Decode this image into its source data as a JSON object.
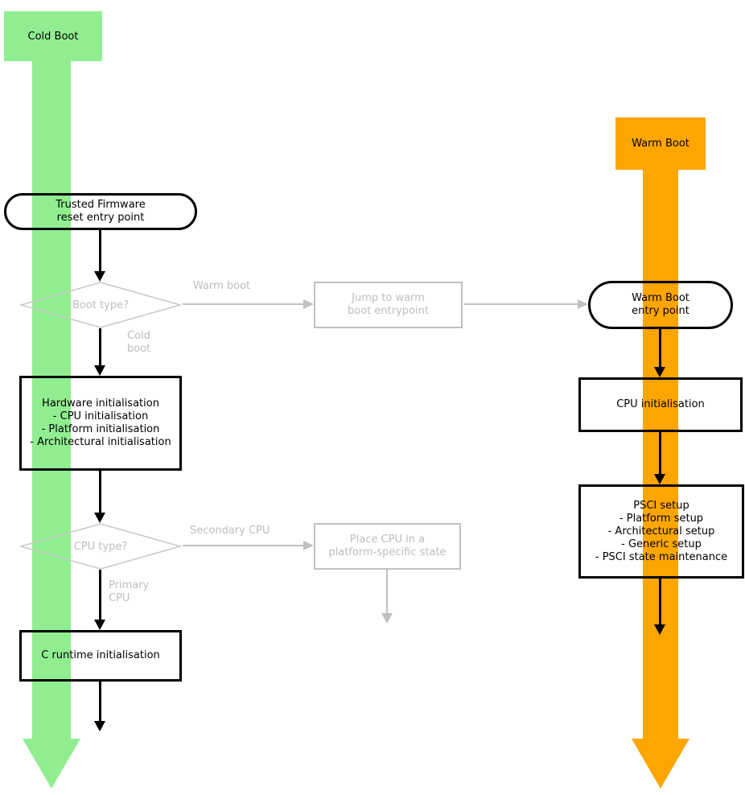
{
  "colors": {
    "cold_boot_green": "#90ee90",
    "warm_boot_orange": "#ffa500",
    "inactive_gray": "#c0c0c0",
    "active_black": "#000000"
  },
  "flows": {
    "cold_boot": {
      "label": "Cold Boot"
    },
    "warm_boot": {
      "label": "Warm Boot"
    }
  },
  "nodes": {
    "reset_entry": {
      "line1": "Trusted Firmware",
      "line2": "reset entry point"
    },
    "boot_type": {
      "label": "Boot type?"
    },
    "jump_warm": {
      "line1": "Jump to warm",
      "line2": "boot entrypoint"
    },
    "warm_entry": {
      "line1": "Warm Boot",
      "line2": "entry point"
    },
    "hardware_init": {
      "title": "Hardware initialisation",
      "items": [
        "- CPU initialisation",
        "- Platform initialisation",
        "- Architectural initialisation"
      ]
    },
    "cpu_type": {
      "label": "CPU type?"
    },
    "place_cpu": {
      "line1": "Place CPU in a",
      "line2": "platform-specific state"
    },
    "c_runtime": {
      "label": "C runtime initialisation"
    },
    "cpu_init": {
      "label": "CPU initialisation"
    },
    "psci_setup": {
      "title": "PSCI setup",
      "items": [
        "- Platform setup",
        "- Architectural setup",
        "- Generic setup",
        "- PSCI state maintenance"
      ]
    }
  },
  "edge_labels": {
    "warm_boot": "Warm boot",
    "cold_boot_line1": "Cold",
    "cold_boot_line2": "boot",
    "secondary_cpu": "Secondary CPU",
    "primary_cpu_line1": "Primary",
    "primary_cpu_line2": "CPU"
  }
}
